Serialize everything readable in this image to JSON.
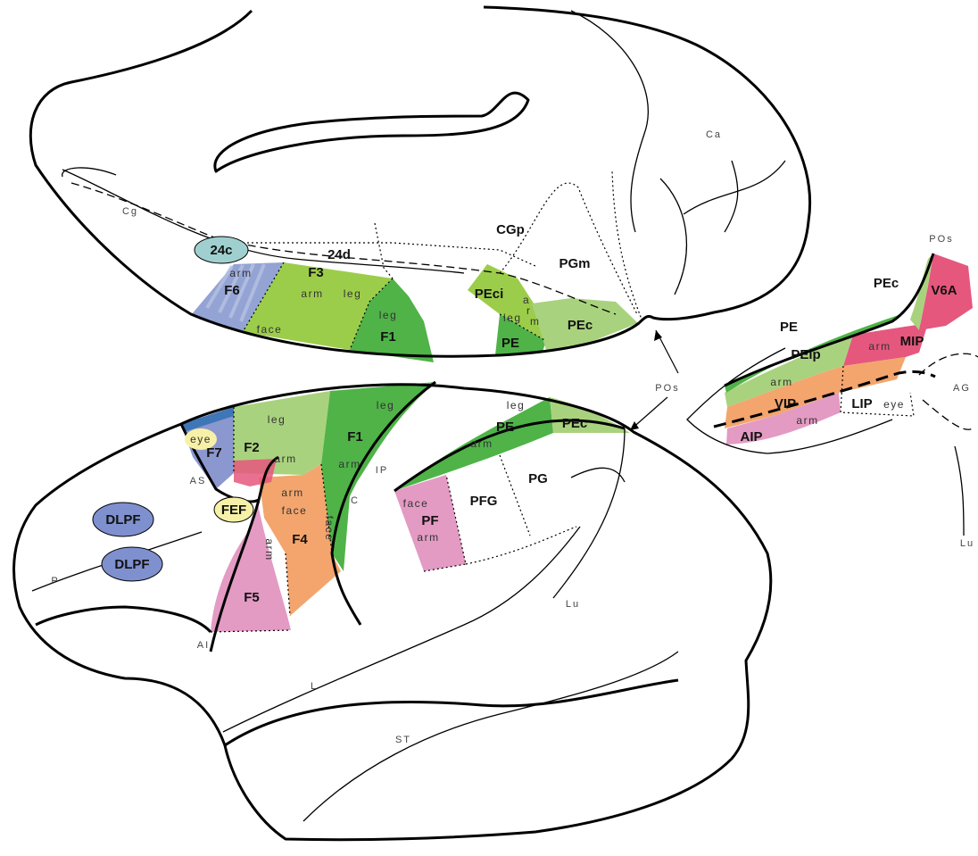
{
  "colors": {
    "f1_green": "#4fb348",
    "f2_light_green": "#a9d27e",
    "f3_green": "#9ccd4a",
    "f4_orange": "#f3a56d",
    "f5_pink": "#e39ac3",
    "f6_blue_stripe": "#93a3d3",
    "f7_blue": "#8b97cf",
    "pink_red": "#e5577d",
    "eye_yellow": "#f6f1a6",
    "dlpf_blue": "#7f90cf",
    "c24_teal": "#9fd0cf",
    "outline": "#000000"
  },
  "medial": {
    "area_24c": "24c",
    "area_24d": "24d",
    "area_F6": "F6",
    "area_F3": "F3",
    "area_F1": "F1",
    "area_CGp": "CGp",
    "area_PGm": "PGm",
    "area_PEci": "PEci",
    "area_PE": "PE",
    "area_PEc": "PEc",
    "sub_arm_f6": "arm",
    "sub_arm_f3": "arm",
    "sub_leg_f3": "leg",
    "sub_face_f3": "face",
    "sub_leg_f1": "leg",
    "sub_pec_a": "a",
    "sub_pec_r": "r",
    "sub_pec_m": "m",
    "sub_pec_leg": "leg",
    "sulcus_Cg": "Cg",
    "sulcus_Ca": "Ca"
  },
  "lateral": {
    "area_F1": "F1",
    "area_F2": "F2",
    "area_F4": "F4",
    "area_F5": "F5",
    "area_F7": "F7",
    "area_FEF": "FEF",
    "area_DLPF_upper": "DLPF",
    "area_DLPF_lower": "DLPF",
    "area_PE": "PE",
    "area_PEc": "PEc",
    "area_PF": "PF",
    "area_PFG": "PFG",
    "area_PG": "PG",
    "sub_eye_f7": "eye",
    "sub_leg_f2": "leg",
    "sub_arm_f2": "arm",
    "sub_leg_f1": "leg",
    "sub_arm_f1": "arm",
    "sub_face_f1": "face",
    "sub_arm_f4": "arm",
    "sub_face_f4": "face",
    "sub_arm_f5": "arm",
    "sub_leg_pe": "leg",
    "sub_arm_pe": "arm",
    "sub_face_pf": "face",
    "sub_arm_pf": "arm",
    "sulcus_AS": "AS",
    "sulcus_AI": "AI",
    "sulcus_P": "P",
    "sulcus_C": "C",
    "sulcus_IP": "IP",
    "sulcus_L": "L",
    "sulcus_ST": "ST",
    "sulcus_Lu": "Lu"
  },
  "pointer_POs": "POs",
  "inset": {
    "area_PE": "PE",
    "area_PEc": "PEc",
    "area_V6A": "V6A",
    "area_MIP": "MIP",
    "area_PEip": "PEip",
    "area_VIP": "VIP",
    "area_LIP": "LIP",
    "area_AIP": "AIP",
    "area_AG": "AG",
    "sub_arm_mip": "arm",
    "sub_arm_peip": "arm",
    "sub_arm_aip": "arm",
    "sub_eye_lip": "eye",
    "sulcus_POs": "POs",
    "sulcus_Lu": "Lu"
  }
}
